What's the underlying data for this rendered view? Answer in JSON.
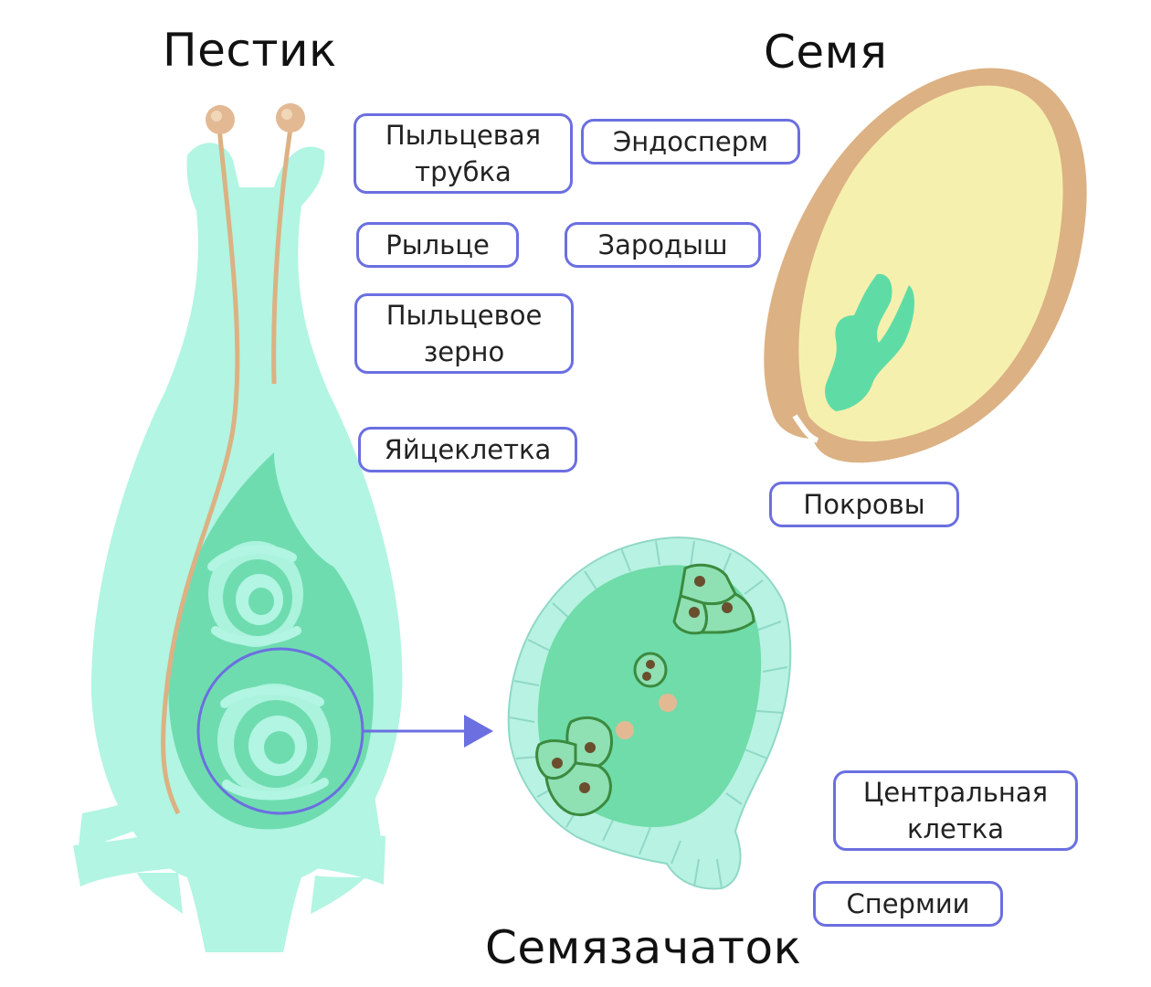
{
  "titles": {
    "pistil": "Пестик",
    "seed": "Семя",
    "ovule": "Семязачаток"
  },
  "labels": {
    "pollen_tube": [
      "Пыльцевая",
      "трубка"
    ],
    "endosperm": "Эндосперм",
    "stigma": "Рыльце",
    "embryo": "Зародыш",
    "pollen_grain": [
      "Пыльцевое",
      "зерно"
    ],
    "egg_cell": "Яйцеклетка",
    "seed_coat": "Покровы",
    "central_cell": [
      "Центральная",
      "клетка"
    ],
    "sperm": "Спермии"
  },
  "colors": {
    "pistil_fill": "#b1f5e2",
    "ovary_inner": "#6fdcb0",
    "ovule_outer": "#b8f2e2",
    "ovule_inner": "#6fdca9",
    "cell_fill": "#8fe0b3",
    "cell_stroke": "#3b8a3f",
    "pollen": "#e3b994",
    "seed_coat": "#dcb183",
    "endosperm": "#f6f0ae",
    "embryo": "#5fdca6",
    "label_border": "#6b6fe0",
    "arrow": "#6b6fe0"
  }
}
